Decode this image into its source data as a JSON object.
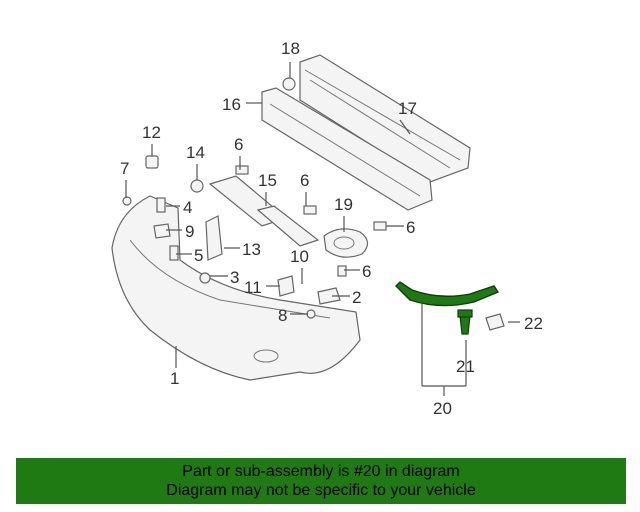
{
  "callouts": {
    "c1": "1",
    "c2": "2",
    "c3": "3",
    "c4": "4",
    "c5": "5",
    "c6a": "6",
    "c6b": "6",
    "c6c": "6",
    "c6d": "6",
    "c7": "7",
    "c8": "8",
    "c9": "9",
    "c10": "10",
    "c11": "11",
    "c12": "12",
    "c13": "13",
    "c14": "14",
    "c15": "15",
    "c16": "16",
    "c17": "17",
    "c18": "18",
    "c19": "19",
    "c20": "20",
    "c21": "21",
    "c22": "22"
  },
  "highlight_color": "#1f7a14",
  "banner": {
    "line1": "Part or sub-assembly is #20 in diagram",
    "line2": "Diagram may not be specific to your vehicle"
  }
}
